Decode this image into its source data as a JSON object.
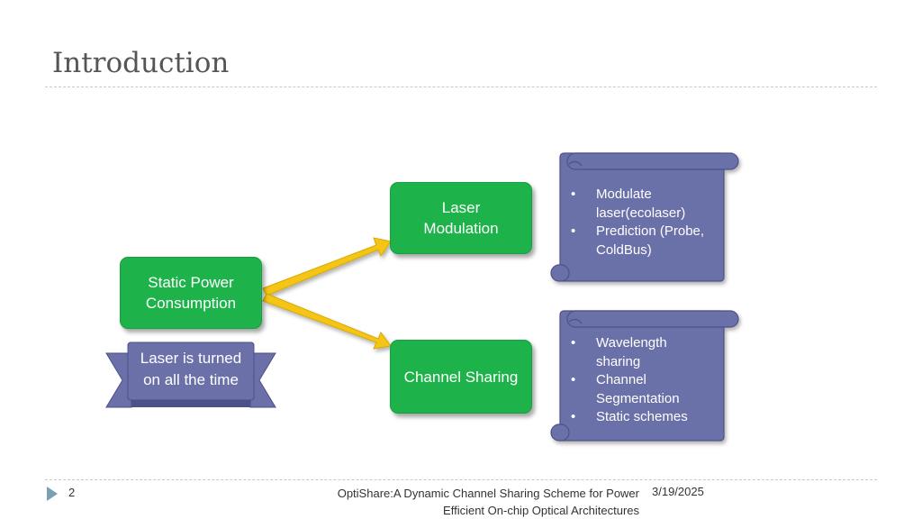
{
  "slide": {
    "title": "Introduction",
    "page_number": "2",
    "footer_line1": "OptiShare:A Dynamic Channel Sharing Scheme for Power",
    "footer_line2": "Efficient On-chip Optical Architectures",
    "date": "3/19/2025"
  },
  "diagram": {
    "root": {
      "line1": "Static Power",
      "line2": "Consumption"
    },
    "banner": {
      "line1": "Laser is turned",
      "line2": "on all the time"
    },
    "branch_top": {
      "line1": "Laser",
      "line2": "Modulation"
    },
    "branch_bottom": {
      "label": "Channel Sharing"
    },
    "scroll_top": {
      "items": [
        "Modulate",
        "laser(ecolaser)",
        "Prediction (Probe,",
        "ColdBus)"
      ]
    },
    "scroll_bottom": {
      "items": [
        "Wavelength",
        "sharing",
        "Channel",
        "Segmentation",
        "Static schemes"
      ]
    }
  },
  "colors": {
    "green": "#1db34a",
    "scroll": "#6b70a8",
    "arrow": "#f5c518",
    "title": "#555555"
  }
}
